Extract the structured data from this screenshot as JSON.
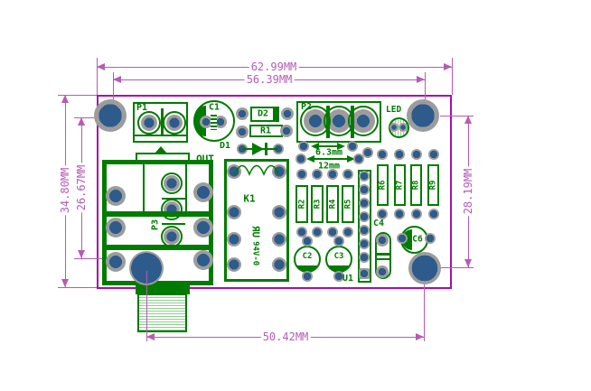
{
  "drawing": {
    "dimensions": {
      "overall_width": "62.99MM",
      "inner_width": "56.39MM",
      "overall_height": "34.80MM",
      "inner_height": "26.67MM",
      "right_hole_spacing": "28.19MM",
      "bottom_hole_spacing": "50.42MM",
      "pitch_small": "6.3mm",
      "pitch_large": "12mm"
    },
    "silkscreen": {
      "p1": "P1",
      "c1": "C1",
      "d2": "D2",
      "r1": "R1",
      "d1": "D1",
      "p2": "P2",
      "led": "LED",
      "out": "OUT",
      "k1": "K1",
      "p3": "P3",
      "u1": "U1",
      "c2": "C2",
      "c3": "C3",
      "c4": "C4",
      "c6": "C6",
      "flammability": "94V-0",
      "ul_logo": "ЯU",
      "resistors_mid": [
        "R2",
        "R3",
        "R4",
        "R5"
      ],
      "resistors_right": [
        "R6",
        "R7",
        "R8",
        "R9"
      ]
    },
    "colors": {
      "silkscreen_green": "#007B00",
      "board_outline": "#A312A3",
      "dimension_magenta": "#B55CB5",
      "pad_gray": "#9C9C9C",
      "hole_blue": "#2D5B8C"
    }
  }
}
